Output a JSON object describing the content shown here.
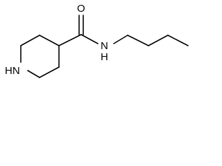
{
  "molecule": {
    "atoms": {
      "nitrogen_ring": "HN",
      "oxygen": "O",
      "nitrogen_amide": "N",
      "nitrogen_amide_h": "H"
    }
  }
}
